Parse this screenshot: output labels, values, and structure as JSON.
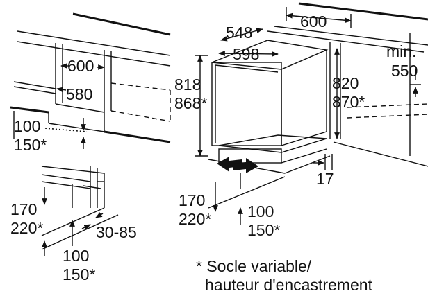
{
  "left_top": {
    "width_600": "600",
    "depth_580": "580",
    "plinth_100": "100",
    "plinth_150": "150*"
  },
  "left_bottom": {
    "height_170": "170",
    "height_220": "220*",
    "plinth_100": "100",
    "plinth_150": "150*",
    "range_30_85": "30-85"
  },
  "appliance": {
    "depth_548": "548",
    "width_598": "598",
    "niche_600": "600",
    "height_818": "818",
    "height_868": "868*",
    "niche_820": "820",
    "niche_870": "870*",
    "min_label": "min.",
    "min_550": "550",
    "gap_17": "17",
    "height_170": "170",
    "height_220": "220*",
    "plinth_100": "100",
    "plinth_150": "150*"
  },
  "footnote": {
    "line1": "* Socle variable/",
    "line2": "hauteur d'encastrement"
  }
}
